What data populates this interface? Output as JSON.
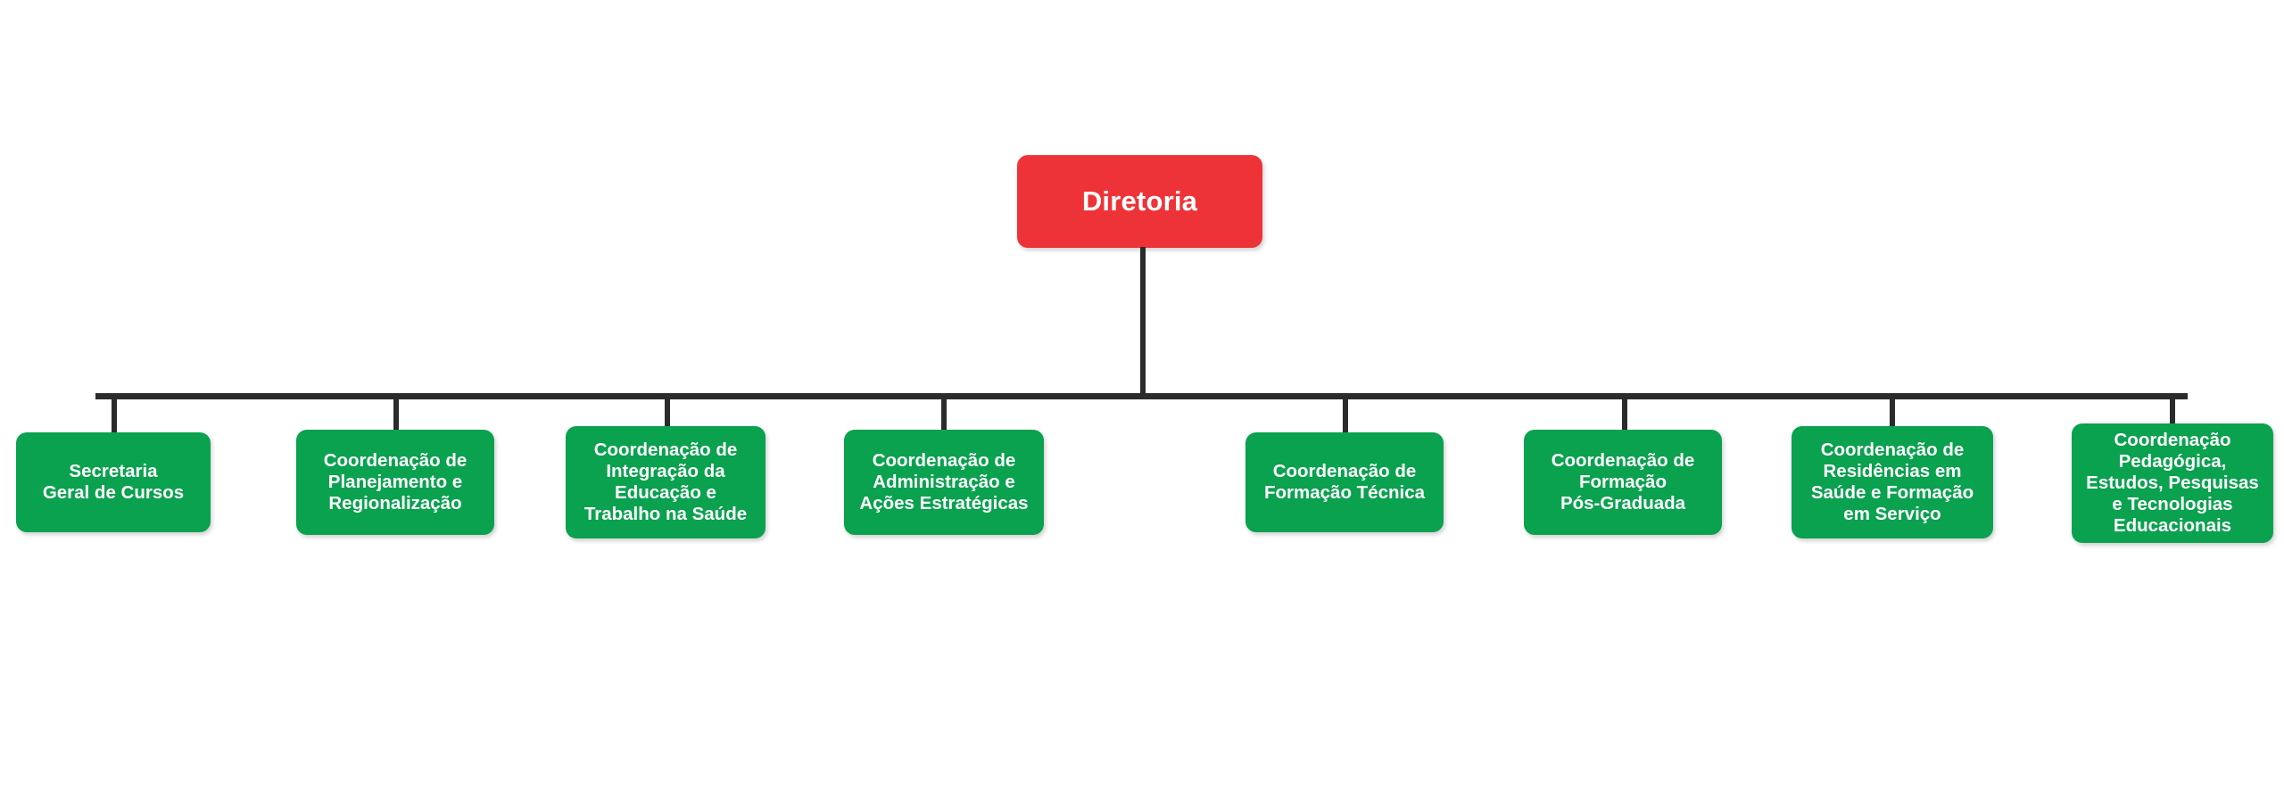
{
  "diagram": {
    "type": "organizational-chart",
    "title_node": {
      "label": "Diretoria",
      "color": "#ee3338",
      "text_color": "#ffffff"
    },
    "connector_color": "#2b2b2b",
    "child_color": "#0aa14f",
    "background": "#ffffff",
    "children": [
      {
        "label": "Secretaria\nGeral de Cursos"
      },
      {
        "label": "Coordenação de\nPlanejamento e\nRegionalização"
      },
      {
        "label": "Coordenação de\nIntegração da\nEducação e\nTrabalho na Saúde"
      },
      {
        "label": "Coordenação de\nAdministração e\nAções Estratégicas"
      },
      {
        "label": "Coordenação de\nFormação Técnica"
      },
      {
        "label": "Coordenação de\nFormação\nPós-Graduada"
      },
      {
        "label": "Coordenação de\nResidências em\nSaúde e Formação\nem Serviço"
      },
      {
        "label": "Coordenação\nPedagógica,\nEstudos, Pesquisas\ne Tecnologias\nEducacionais"
      }
    ]
  }
}
